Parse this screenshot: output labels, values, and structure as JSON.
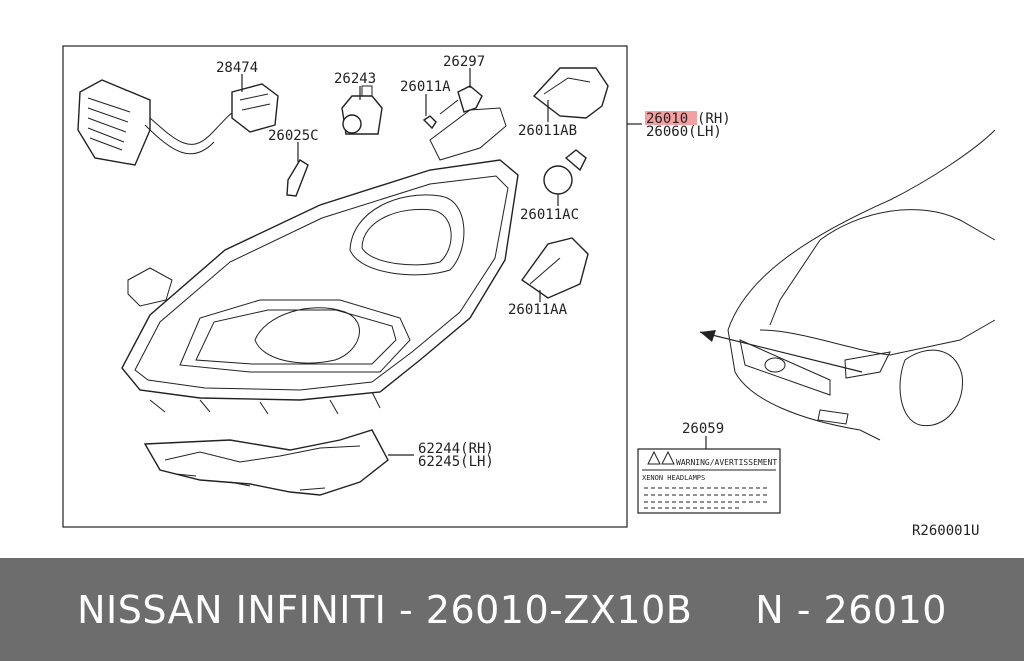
{
  "labels": {
    "p28474": "28474",
    "p26243": "26243",
    "p26297": "26297",
    "p26011A": "26011A",
    "p26025C": "26025C",
    "p26011AB": "26011AB",
    "p26010": "26010",
    "p26010_rh": "(RH)",
    "p26060": "26060(LH)",
    "p26011AC": "26011AC",
    "p26011AA": "26011AA",
    "p62244": "62244(RH)",
    "p62245": "62245(LH)",
    "p26059": "26059",
    "warning_title": "WARNING/AVERTISSEMENT",
    "warning_sub": "XENON HEADLAMPS",
    "figure_code": "R260001U"
  },
  "colors": {
    "highlight": "#f08080",
    "footer_bg": "#6d6d6d",
    "footer_text": "#ffffff"
  },
  "footer": {
    "part_text": "NISSAN INFINITI - 26010-ZX10B     N - 26010"
  }
}
